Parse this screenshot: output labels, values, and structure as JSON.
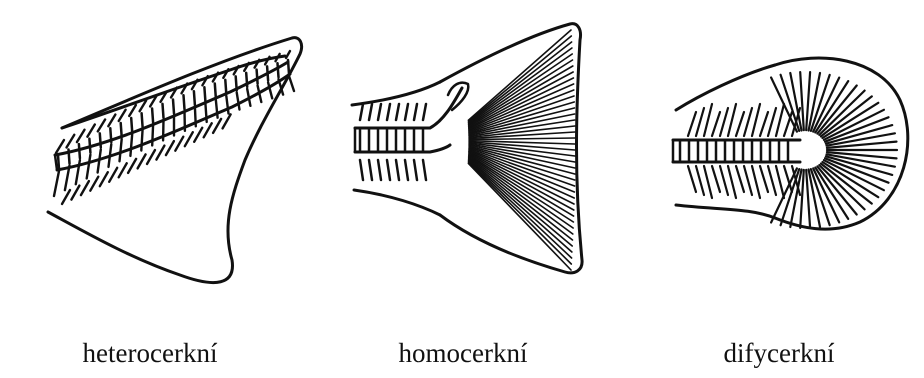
{
  "diagram": {
    "items": [
      {
        "id": "heterocercal",
        "label": "heterocerkní",
        "icon": "heterocercal-tail-fin-illustration"
      },
      {
        "id": "homocercal",
        "label": "homocerkní",
        "icon": "homocercal-tail-fin-illustration"
      },
      {
        "id": "diphycercal",
        "label": "difycerkní",
        "icon": "diphycercal-tail-fin-illustration"
      }
    ]
  },
  "colors": {
    "ink": "#111111",
    "background": "#ffffff"
  }
}
